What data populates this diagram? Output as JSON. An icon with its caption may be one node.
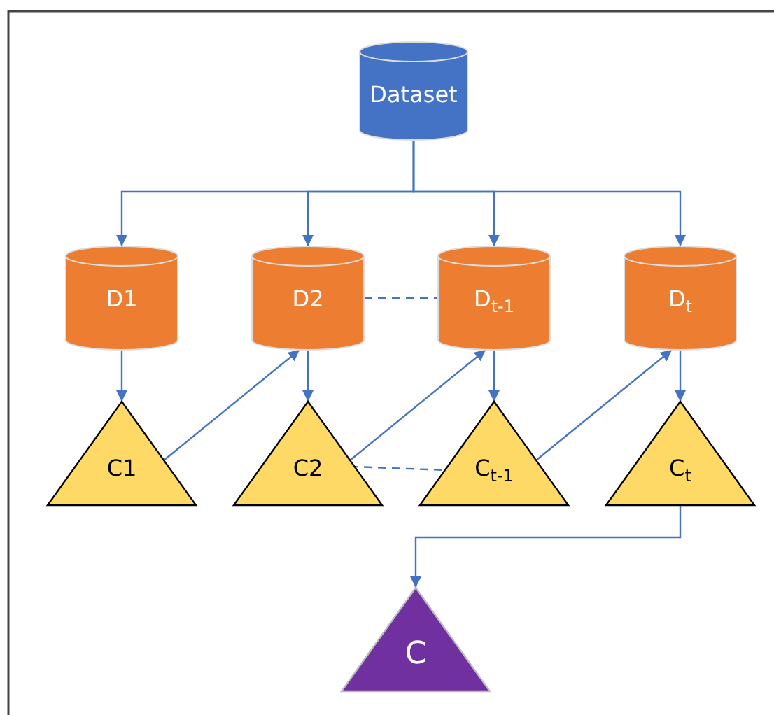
{
  "diagram": {
    "nodes": [
      {
        "text": [
          "Dataset"
        ]
      },
      {
        "text": [
          "D1"
        ]
      },
      {
        "text": [
          "D2"
        ]
      },
      {
        "text": [
          "D$_{t-1}$"
        ]
      },
      {
        "text": [
          "D$_{t}$"
        ]
      },
      {
        "text": [
          "C1"
        ]
      },
      {
        "text": [
          "C2"
        ]
      },
      {
        "text": [
          "C$_{t-1}$"
        ]
      },
      {
        "text": [
          "C$_{t}$"
        ]
      },
      {
        "text": [
          "C"
        ]
      }
    ],
    "edges": [
      {
        "from": 0,
        "to": 1,
        "arrow": "to"
      },
      {
        "from": 0,
        "to": 2,
        "arrow": "to"
      },
      {
        "from": 0,
        "to": 3,
        "arrow": "to"
      },
      {
        "from": 0,
        "to": 4,
        "arrow": "to"
      },
      {
        "from": 1,
        "to": 5,
        "arrow": "to"
      },
      {
        "from": 2,
        "to": 6,
        "arrow": "to"
      },
      {
        "from": 3,
        "to": 7,
        "arrow": "to"
      },
      {
        "from": 4,
        "to": 8,
        "arrow": "to"
      },
      {
        "from": 5,
        "to": 2,
        "arrow": "to"
      },
      {
        "from": 6,
        "to": 3,
        "arrow": "to"
      },
      {
        "from": 7,
        "to": 4,
        "arrow": "to"
      },
      {
        "from": 2,
        "to": 3,
        "arrow": "none",
        "style": "dashed"
      },
      {
        "from": 6,
        "to": 7,
        "arrow": "none",
        "style": "dashed"
      },
      {
        "from": 8,
        "to": 9,
        "arrow": "to"
      }
    ]
  }
}
